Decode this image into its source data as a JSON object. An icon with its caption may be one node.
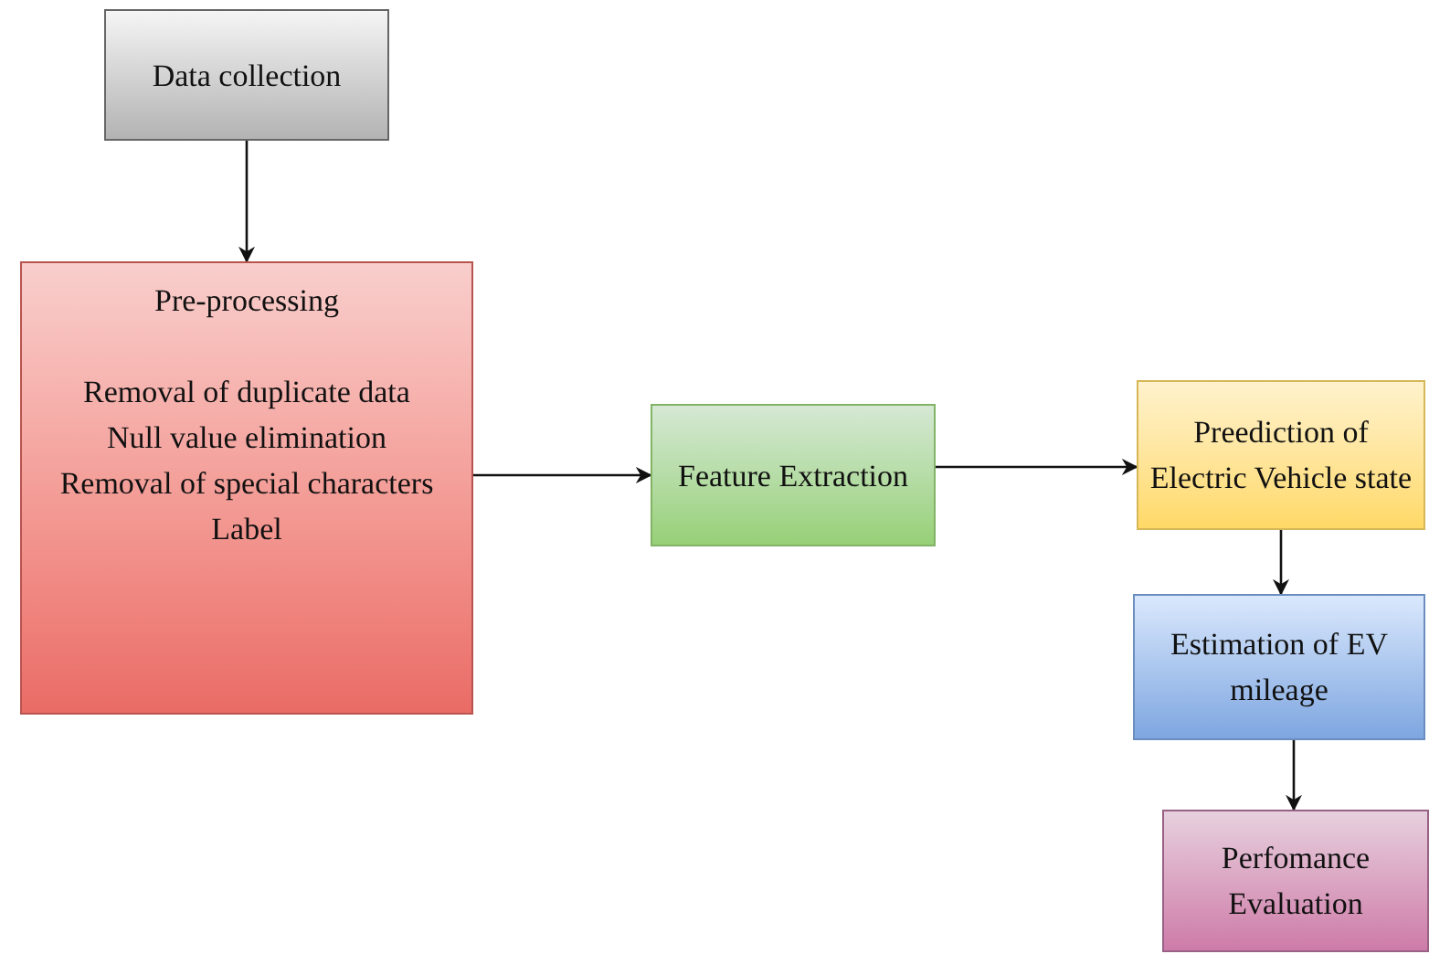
{
  "diagram": {
    "nodes": [
      {
        "text": [
          "Data collection"
        ]
      },
      {
        "text": [
          "Pre-processing",
          "Removal of duplicate data",
          "Null value elimination",
          "Removal of special characters",
          "Label"
        ]
      },
      {
        "text": [
          "Feature Extraction"
        ]
      },
      {
        "text": [
          "Preediction of Electric Vehicle state"
        ]
      },
      {
        "text": [
          "Estimation of EV mileage"
        ]
      },
      {
        "text": [
          "Perfomance Evaluation"
        ]
      }
    ],
    "edges": [
      {
        "from": 0,
        "to": 1,
        "arrow": "to"
      },
      {
        "from": 1,
        "to": 2,
        "arrow": "to"
      },
      {
        "from": 2,
        "to": 3,
        "arrow": "to"
      },
      {
        "from": 3,
        "to": 4,
        "arrow": "to"
      },
      {
        "from": 4,
        "to": 5,
        "arrow": "to"
      }
    ]
  }
}
